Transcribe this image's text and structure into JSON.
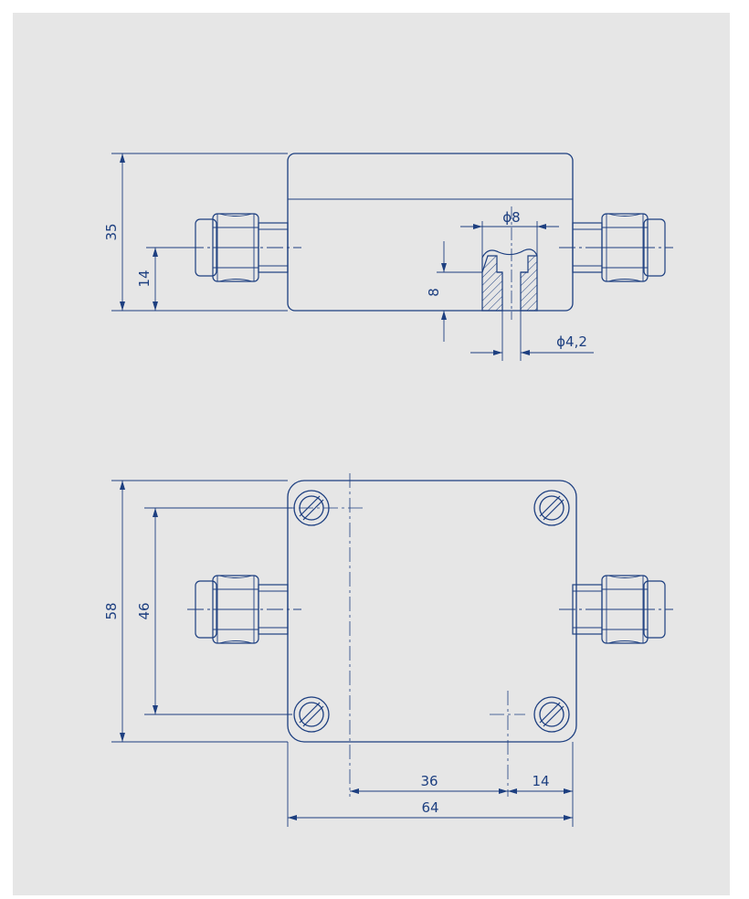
{
  "colors": {
    "sheet_background": "#e6e6e6",
    "line": "#1d3f80"
  },
  "side_view": {
    "height_dim": "35",
    "gland_axis_dim": "14",
    "hole_depth_dim": "8",
    "counterbore_dim": "ϕ8",
    "hole_diameter_dim": "ϕ4,2"
  },
  "top_view": {
    "width_dim": "58",
    "hole_spacing_y_dim": "46",
    "hole_spacing_x_dim": "36",
    "edge_offset_dim": "14",
    "length_dim": "64"
  }
}
